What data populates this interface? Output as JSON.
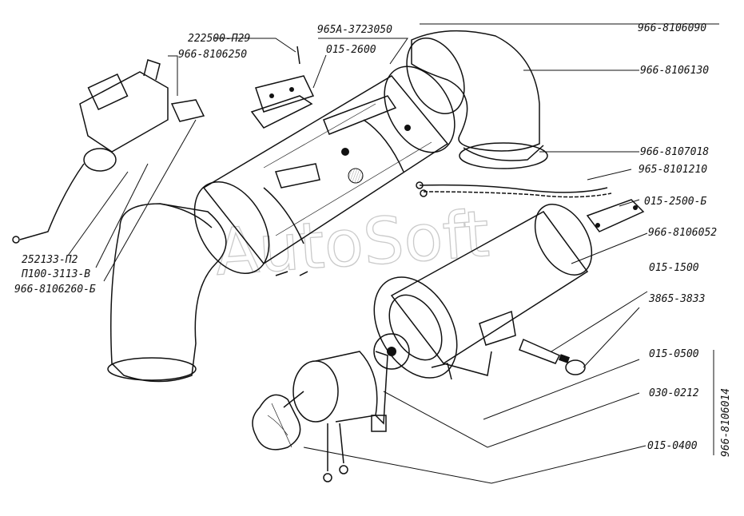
{
  "watermark": "AutoSoft",
  "labels": {
    "l222500_p29": "222500-П29",
    "l965a_3723050": "965А-3723050",
    "l966_8106090": "966-8106090",
    "l966_8106250": "966-8106250",
    "l015_2600": "015-2600",
    "l966_8106130": "966-8106130",
    "l966_8107018": "966-8107018",
    "l965_8101210": "965-8101210",
    "l015_2500b": "015-2500-Б",
    "l966_8106052": "966-8106052",
    "l252133_p2": "252133-П2",
    "lp100_3113b": "П100-3113-В",
    "l966_8106260b": "966-8106260-Б",
    "l015_1500": "015-1500",
    "l3865_3833": "3865-3833",
    "l015_0500": "015-0500",
    "l030_0212": "030-0212",
    "l015_0400": "015-0400",
    "l966_8106014": "966-8106014"
  }
}
